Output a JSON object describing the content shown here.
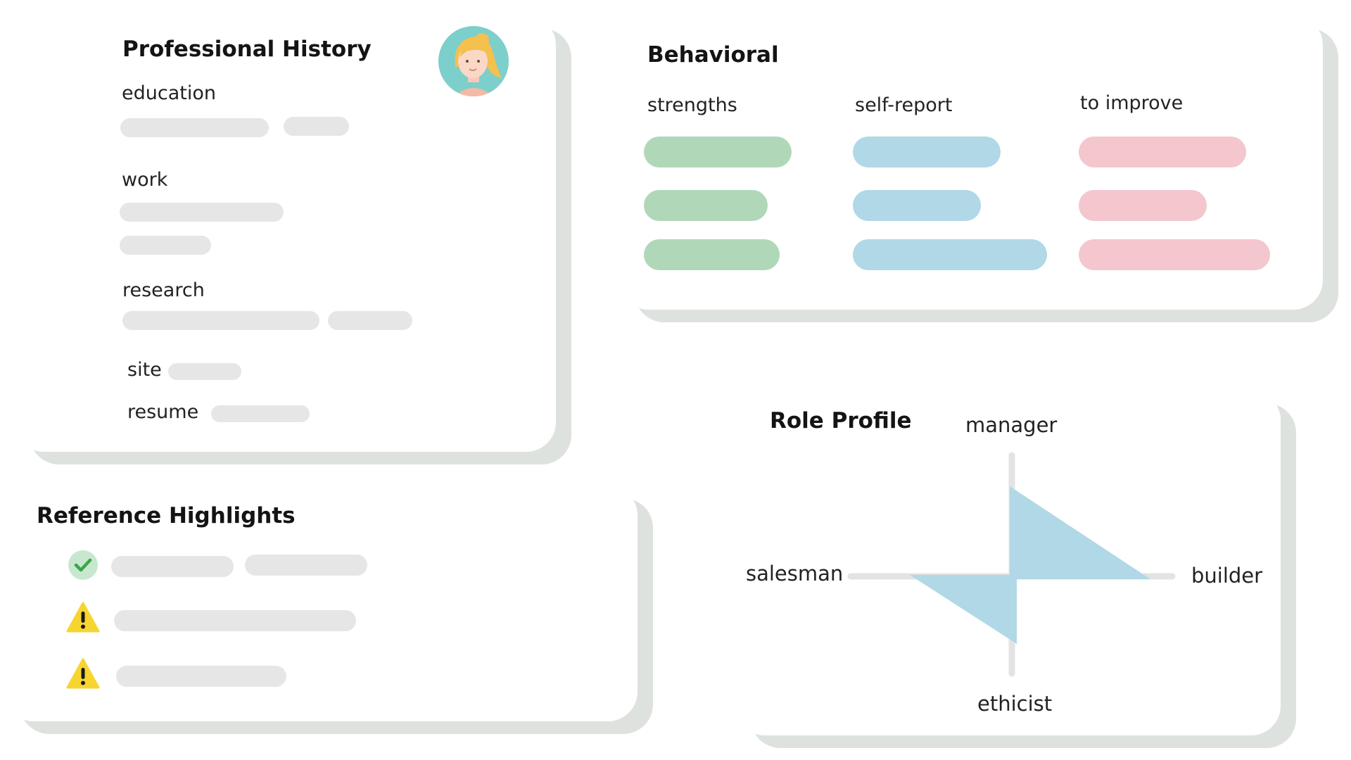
{
  "professional_history": {
    "title": "Professional History",
    "sections": {
      "education": "education",
      "work": "work",
      "research": "research",
      "site": "site",
      "resume": "resume"
    },
    "avatar_icon": "woman-avatar-icon"
  },
  "behavioral": {
    "title": "Behavioral",
    "columns": [
      "strengths",
      "self-report",
      "to improve"
    ]
  },
  "reference_highlights": {
    "title": "Reference Highlights",
    "items": [
      {
        "status_icon": "check-circle-icon"
      },
      {
        "status_icon": "warning-triangle-icon"
      },
      {
        "status_icon": "warning-triangle-icon"
      }
    ]
  },
  "role_profile": {
    "title": "Role Profile",
    "axes": {
      "top": "manager",
      "right": "builder",
      "bottom": "ethicist",
      "left": "salesman"
    }
  },
  "colors": {
    "placeholder": "#e6e6e6",
    "strengths": "#b0d8b8",
    "self_report": "#b0d8e6",
    "to_improve": "#f4c6ce",
    "role_fill": "#b0d8e6",
    "card_shadow": "#dde2df",
    "check": "#4caf50",
    "warning": "#f7d530"
  }
}
